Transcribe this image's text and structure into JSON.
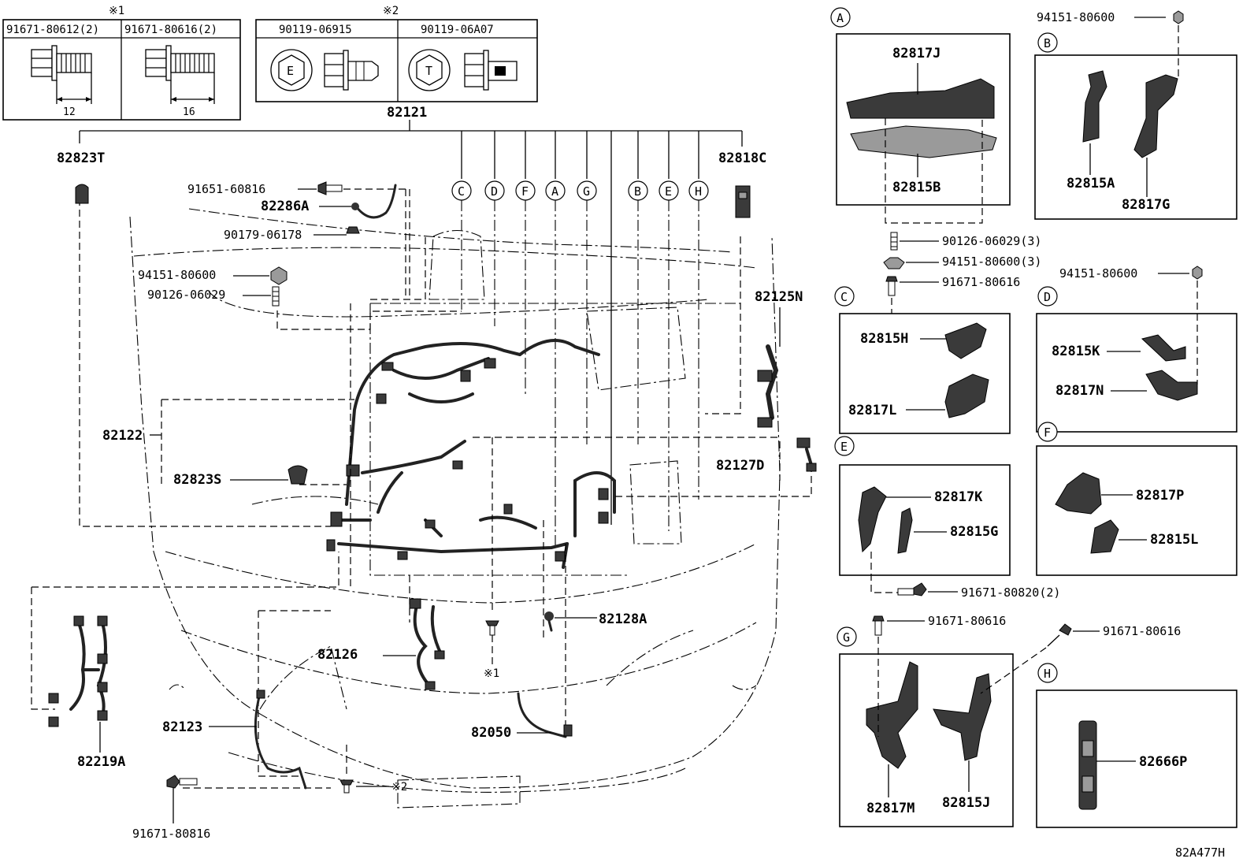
{
  "drawing_id": "82A477H",
  "fastener_table_1": {
    "mark": "※1",
    "items": [
      {
        "part": "91671-80612(2)",
        "length": "12"
      },
      {
        "part": "91671-80616(2)",
        "length": "16"
      }
    ]
  },
  "fastener_table_2": {
    "mark": "※2",
    "items": [
      {
        "part": "90119-06915",
        "symbol": "E"
      },
      {
        "part": "90119-06A07",
        "symbol": "T"
      }
    ]
  },
  "main": {
    "main_harness": "82121",
    "circle_refs": [
      "C",
      "D",
      "F",
      "A",
      "G",
      "B",
      "E",
      "H"
    ],
    "labels": {
      "l82823T": "82823T",
      "l82818C": "82818C",
      "l91651": "91651-60816",
      "l82286A": "82286A",
      "l90179": "90179-06178",
      "l94151": "94151-80600",
      "l90126": "90126-06029",
      "l82125N": "82125N",
      "l82122": "82122",
      "l82823S": "82823S",
      "l82127D": "82127D",
      "l82128A": "82128A",
      "l82126": "82126",
      "mark1": "※1",
      "l82123": "82123",
      "l82050": "82050",
      "l82219A": "82219A",
      "mark2": "※2",
      "l91671_80816": "91671-80816"
    }
  },
  "detail_panels": {
    "A": {
      "letter": "A",
      "parts": [
        "82817J",
        "82815B"
      ]
    },
    "B": {
      "letter": "B",
      "parts": [
        "82815A",
        "82817G"
      ],
      "fastener": "94151-80600"
    },
    "shared_fasteners": [
      "90126-06029(3)",
      "94151-80600(3)",
      "91671-80616"
    ],
    "C": {
      "letter": "C",
      "parts": [
        "82815H",
        "82817L"
      ]
    },
    "D": {
      "letter": "D",
      "parts": [
        "82815K",
        "82817N"
      ],
      "fastener": "94151-80600"
    },
    "E": {
      "letter": "E",
      "parts": [
        "82817K",
        "82815G"
      ],
      "fastener": "91671-80820(2)"
    },
    "F": {
      "letter": "F",
      "parts": [
        "82817P",
        "82815L"
      ]
    },
    "G": {
      "letter": "G",
      "parts": [
        "82817M",
        "82815J"
      ],
      "fasteners": [
        "91671-80616",
        "91671-80616"
      ]
    },
    "H": {
      "letter": "H",
      "parts": [
        "82666P"
      ]
    }
  }
}
